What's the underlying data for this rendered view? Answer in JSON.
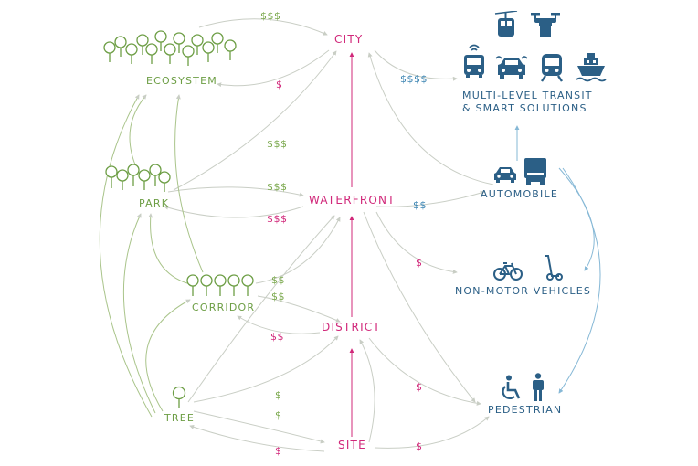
{
  "scales": {
    "city": "CITY",
    "waterfront": "WATERFRONT",
    "district": "DISTRICT",
    "site": "SITE"
  },
  "ecology": {
    "ecosystem": "ECOSYSTEM",
    "park": "PARK",
    "corridor": "CORRIDOR",
    "tree": "TREE"
  },
  "transport": {
    "transit": [
      "MULTI-LEVEL TRANSIT",
      "& SMART SOLUTIONS"
    ],
    "automobile": "AUTOMOBILE",
    "non_motor": "NON-MOTOR VEHICLES",
    "pedestrian": "PEDESTRIAN"
  },
  "money": {
    "eco_city": "$$$",
    "city_eco": "$",
    "park_city": "$$$",
    "park_wf": "$$$",
    "wf_park": "$$$",
    "city_transit": "$$$$",
    "wf_auto": "$$",
    "wf_nonmotor": "$",
    "corr_wf": "$$",
    "corr_dist": "$$",
    "dist_corr": "$$",
    "dist_ped": "$",
    "tree_dist": "$",
    "tree_site": "$",
    "site_tree": "$",
    "site_ped": "$"
  },
  "colors": {
    "scale": "#d1287a",
    "ecology": "#6d9e45",
    "transport": "#2b5f86",
    "money_green": "#7aa84c",
    "money_pink": "#d1287a",
    "money_blue": "#3e86b3",
    "link_grey": "#c9cec5",
    "link_green": "#a9c48a",
    "link_blue": "#86b8d6"
  },
  "icons": {
    "transit": [
      "gondola-icon",
      "drone-icon",
      "bus-icon",
      "car-icon",
      "train-icon",
      "ship-icon"
    ],
    "automobile": [
      "car-icon",
      "truck-icon"
    ],
    "non_motor": [
      "bicycle-icon",
      "scooter-icon"
    ],
    "pedestrian": [
      "wheelchair-icon",
      "person-icon"
    ],
    "ecology": [
      "tree-cluster-icon",
      "tree-cluster-icon",
      "tree-row-icon",
      "single-tree-icon"
    ]
  }
}
